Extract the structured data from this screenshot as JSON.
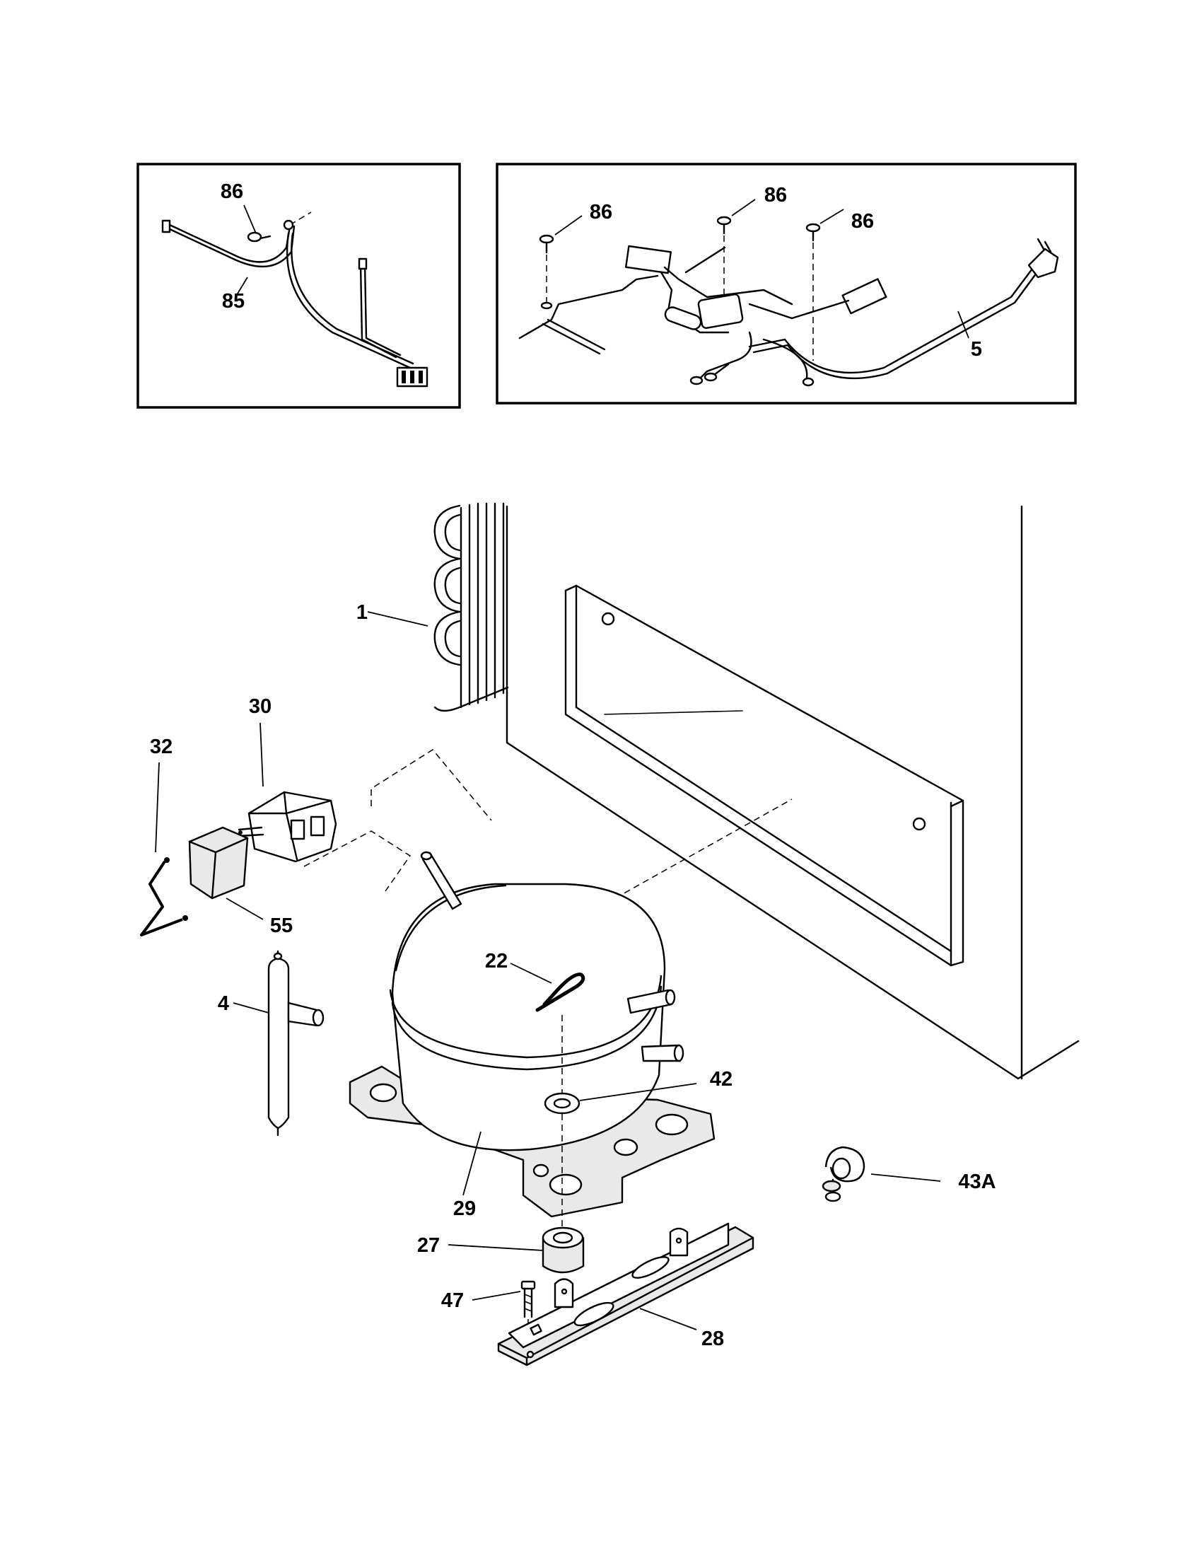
{
  "callouts": {
    "inset_left": {
      "screw": "86",
      "harness": "85"
    },
    "inset_right": {
      "screw_a": "86",
      "screw_b": "86",
      "screw_c": "86",
      "power_cord": "5"
    },
    "main": {
      "condenser": "1",
      "relay": "30",
      "wire": "32",
      "overload": "55",
      "drier": "4",
      "clip": "22",
      "grommet": "42",
      "compressor": "29",
      "clamp": "43A",
      "mount_grommet": "27",
      "screw": "47",
      "rail": "28"
    }
  }
}
